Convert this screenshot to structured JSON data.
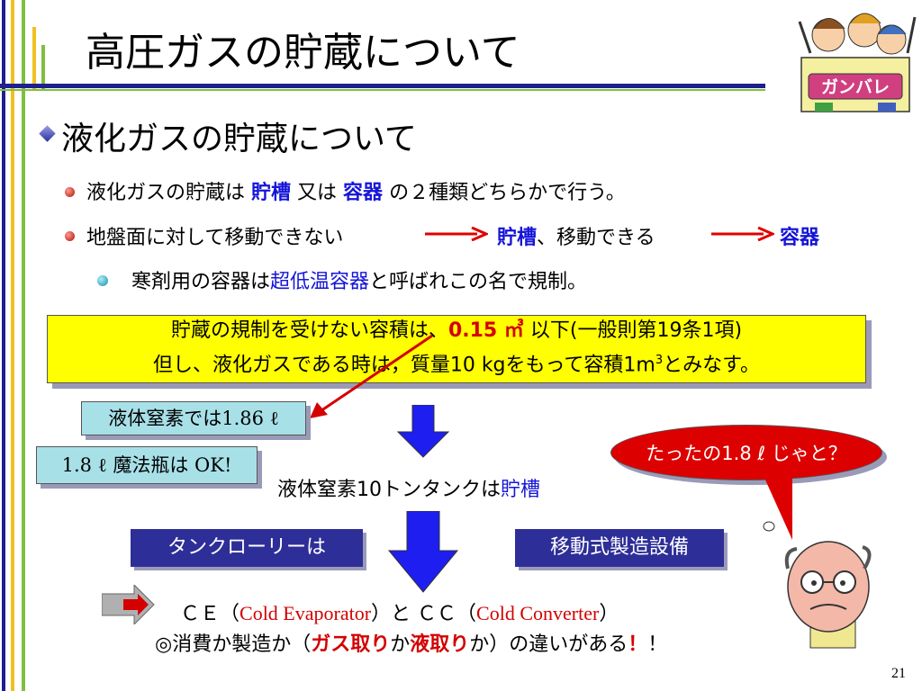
{
  "slide": {
    "title": "高圧ガスの貯蔵について",
    "subtitle": "液化ガスの貯蔵について",
    "bullet1": {
      "prefix": "液化ガスの貯蔵は",
      "term1": "貯槽",
      "middle": "又は",
      "term2": "容器",
      "suffix": "の２種類どちらかで行う。"
    },
    "bullet2": {
      "part1": "地盤面に対して移動できない",
      "term1": "貯槽",
      "part2": "、移動できる",
      "term2": "容器"
    },
    "bullet3": {
      "prefix": "寒剤用の容器は",
      "term": "超低温容器",
      "suffix": "と呼ばれこの名で規制。"
    },
    "yellow_box": {
      "line1_prefix": "貯蔵の規制を受けない容積は、",
      "line1_value": "0.15 ㎥",
      "line1_suffix": " 以下(一般則第19条1項)",
      "line2_prefix": "但し、液化ガスである時は，質量10 kgをもって容積1m",
      "line2_sup": "3",
      "line2_suffix": "とみなす。"
    },
    "box_nitrogen": "液体窒素では1.86 ℓ",
    "box_magic_bottle": "1.8 ℓ 魔法瓶は OK!",
    "tank_text_prefix": "液体窒素10トンタンクは",
    "tank_text_term": "貯槽",
    "box_tank_lorry": "タンクローリーは",
    "box_mobile": "移動式製造設備",
    "bubble_text": "たったの1.8 ℓ じゃと？",
    "badge_text": "ガンバレ",
    "cece_line": {
      "ce_label": "ＣＥ（",
      "ce_name": "Cold Evaporator",
      "mid": "）と ＣＣ（",
      "cc_name": "Cold Converter",
      "end": "）"
    },
    "diff_line": {
      "prefix": "◎消費か製造か（",
      "gas": "ガス取り",
      "ka": "か",
      "liquid": "液取り",
      "suffix": "か）の違いがある",
      "excl1": "！",
      "excl2": "！"
    },
    "page_number": "21"
  },
  "colors": {
    "title_rule": "#1f1f8f",
    "accent_green": "#7fbf3f",
    "highlight_red": "#d40000",
    "highlight_blue": "#1515d8",
    "yellow_box": "#ffff00",
    "cyan_box": "#a8e0e8",
    "navy_box": "#2e2e98",
    "bubble": "#dd0000"
  }
}
